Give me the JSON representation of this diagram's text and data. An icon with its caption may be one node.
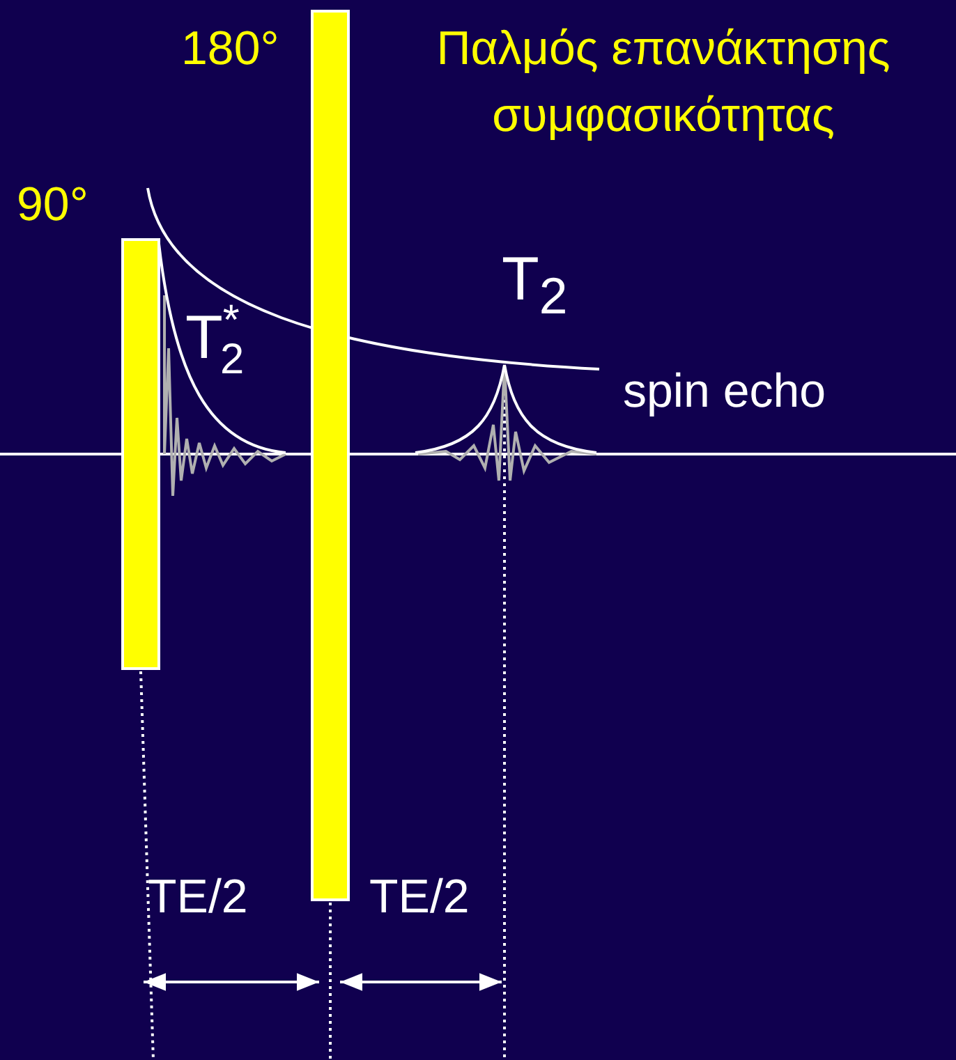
{
  "diagram": {
    "labels": [
      "180°",
      "Παλμός επανάκτησης συμφασικότητας",
      "90°",
      "T$_{2}$",
      "T$^{*}$$_{2}$",
      "spin echo",
      "TE/2",
      "TE/2"
    ]
  }
}
